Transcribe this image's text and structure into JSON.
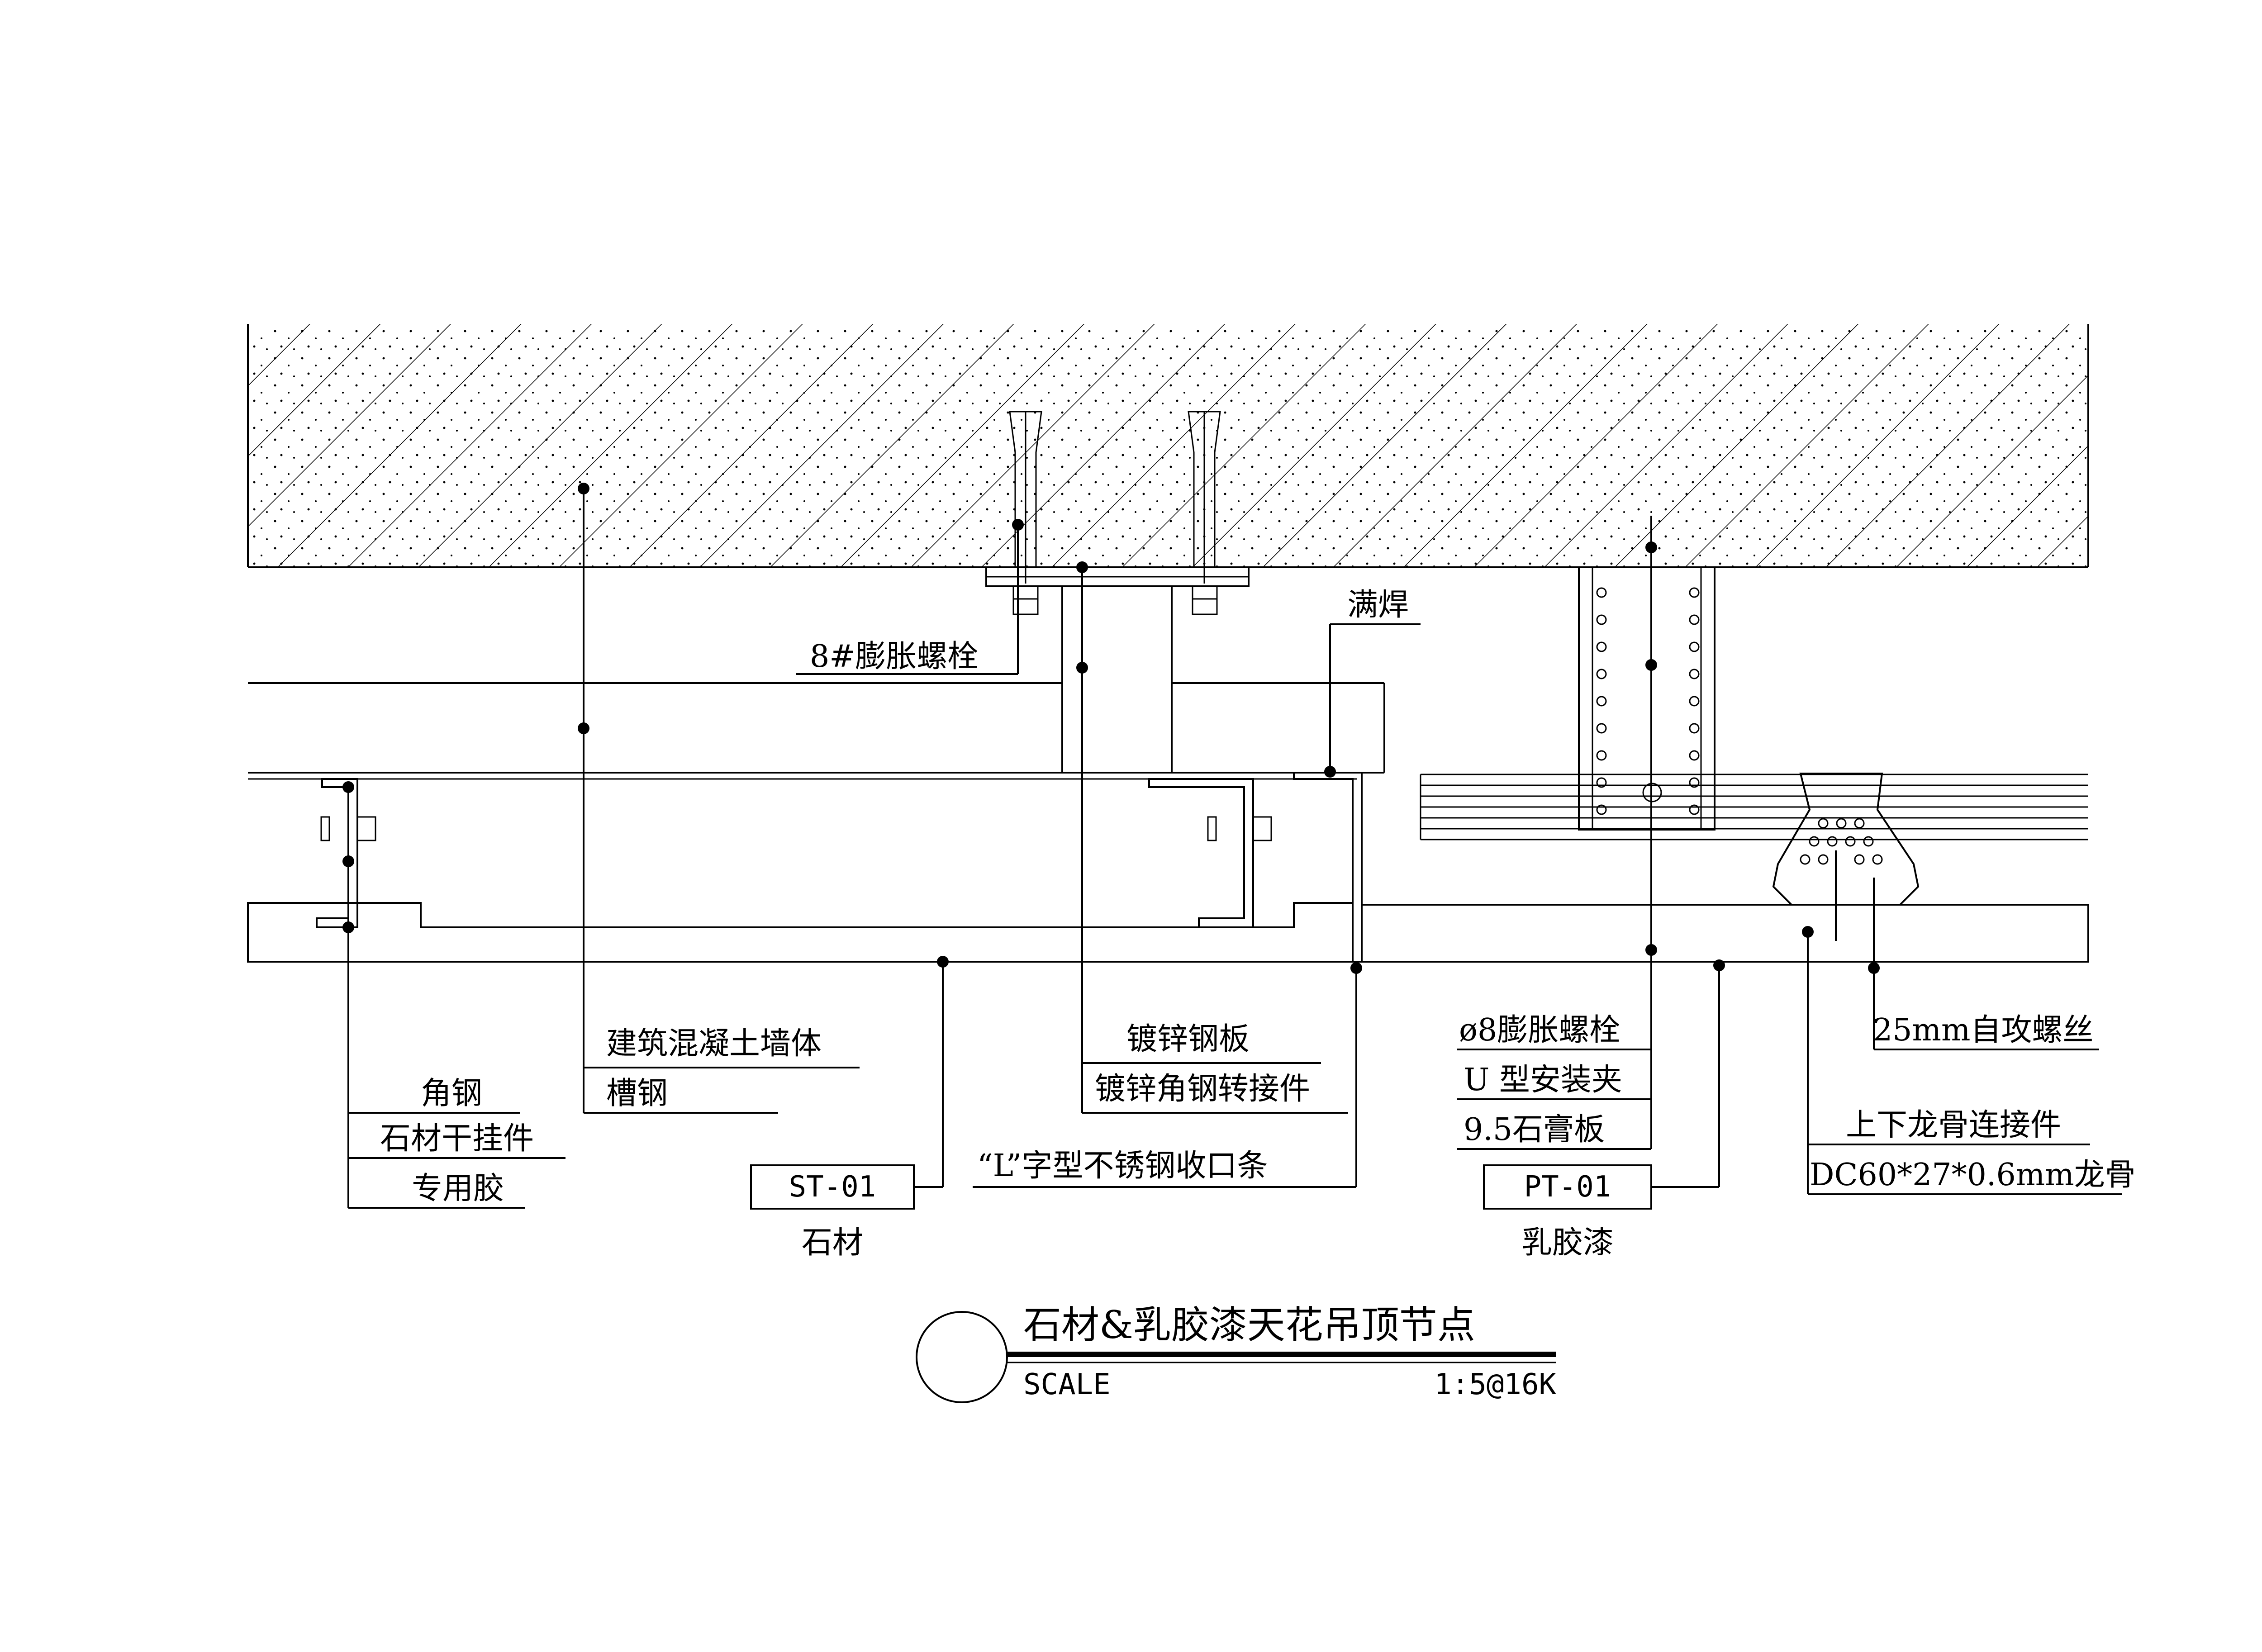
{
  "labels": {
    "bolt_8": "8#膨胀螺栓",
    "weld": "满焊",
    "concrete": "建筑混凝土墙体",
    "channel": "槽钢",
    "galv_plate": "镀锌钢板",
    "galv_angle": "镀锌角钢转接件",
    "angle_steel": "角钢",
    "stone_hanger": "石材干挂件",
    "glue": "专用胶",
    "l_strip": "“L”字型不锈钢收口条",
    "bolt_phi8": "ø8膨胀螺栓",
    "u_clip": "U 型安装夹",
    "gypsum": "9.5石膏板",
    "screw": "25mm自攻螺丝",
    "connector": "上下龙骨连接件",
    "keel": "DC60*27*0.6mm龙骨"
  },
  "tags": {
    "st": "ST-01",
    "st_desc": "石材",
    "pt": "PT-01",
    "pt_desc": "乳胶漆"
  },
  "title_block": {
    "title": "石材&乳胶漆天花吊顶节点",
    "scale_label": "SCALE",
    "scale_value": "1:5@16K"
  }
}
